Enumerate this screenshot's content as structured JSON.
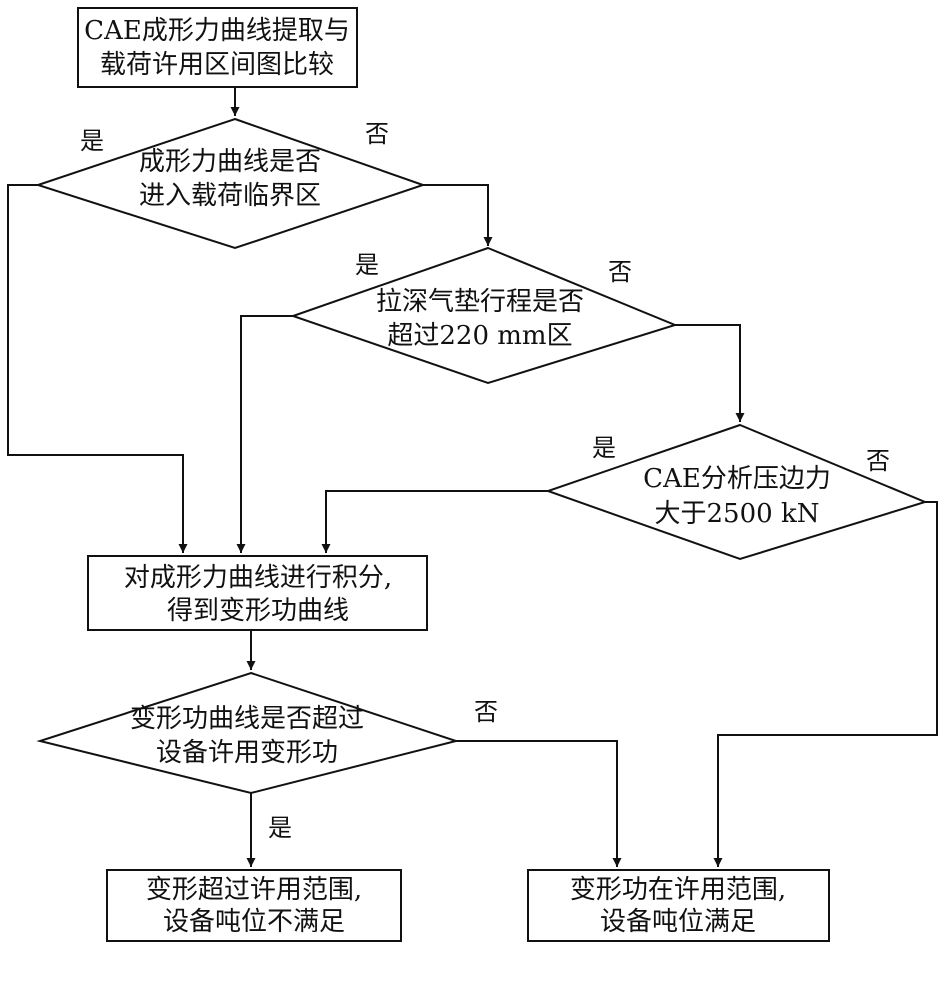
{
  "nodes": {
    "start": {
      "lines": [
        "CAE成形力曲线提取与",
        "载荷许用区间图比较"
      ]
    },
    "d1": {
      "lines": [
        "成形力曲线是否",
        "进入载荷临界区"
      ]
    },
    "d2": {
      "lines": [
        "拉深气垫行程是否",
        "超过220 mm区"
      ]
    },
    "d3": {
      "lines": [
        "CAE分析压边力",
        "大于2500 kN"
      ]
    },
    "integrate": {
      "lines": [
        "对成形力曲线进行积分,",
        "得到变形功曲线"
      ]
    },
    "d4": {
      "lines": [
        "变形功曲线是否超过",
        "设备许用变形功"
      ]
    },
    "fail": {
      "lines": [
        "变形超过许用范围,",
        "设备吨位不满足"
      ]
    },
    "pass": {
      "lines": [
        "变形功在许用范围,",
        "设备吨位满足"
      ]
    }
  },
  "edge_labels": {
    "d1_yes": "是",
    "d1_no": "否",
    "d2_yes": "是",
    "d2_no": "否",
    "d3_yes": "是",
    "d3_no": "否",
    "d4_yes": "是",
    "d4_no": "否"
  }
}
